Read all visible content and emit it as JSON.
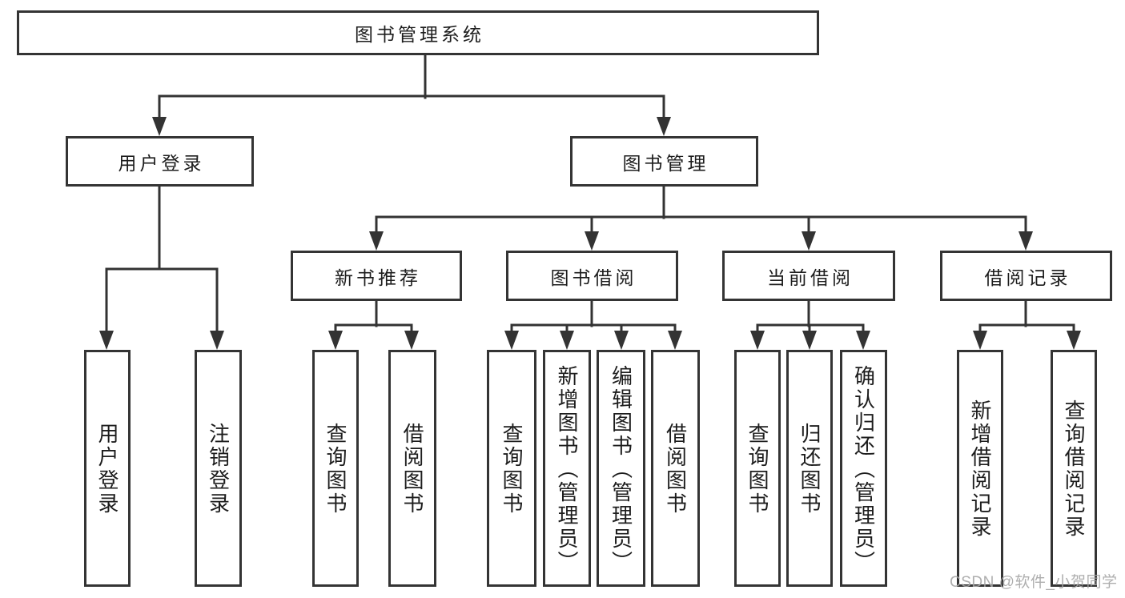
{
  "tree": {
    "label": "图书管理系统",
    "children": [
      {
        "label": "用户登录",
        "children": [
          {
            "label": "用户登录"
          },
          {
            "label": "注销登录"
          }
        ]
      },
      {
        "label": "图书管理",
        "children": [
          {
            "label": "新书推荐",
            "children": [
              {
                "label": "查询图书"
              },
              {
                "label": "借阅图书"
              }
            ]
          },
          {
            "label": "图书借阅",
            "children": [
              {
                "label": "查询图书"
              },
              {
                "label": "新增图书（管理员）"
              },
              {
                "label": "编辑图书（管理员）"
              },
              {
                "label": "借阅图书"
              }
            ]
          },
          {
            "label": "当前借阅",
            "children": [
              {
                "label": "查询图书"
              },
              {
                "label": "归还图书"
              },
              {
                "label": "确认归还（管理员）"
              }
            ]
          },
          {
            "label": "借阅记录",
            "children": [
              {
                "label": "新增借阅记录"
              },
              {
                "label": "查询借阅记录"
              }
            ]
          }
        ]
      }
    ]
  },
  "watermark": "CSDN @软件_小贺同学",
  "colors": {
    "line": "#333333",
    "box_border": "#343434",
    "text": "#1d1d1d",
    "watermark": "#a6a6a6",
    "background": "#ffffff"
  }
}
